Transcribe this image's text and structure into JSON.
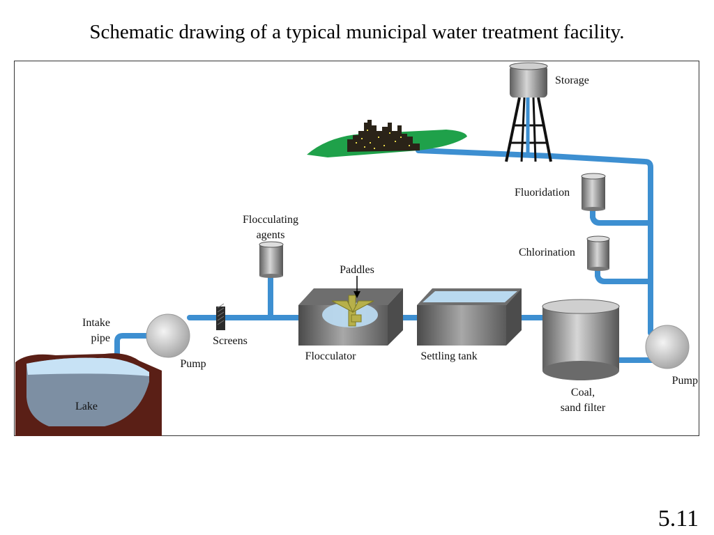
{
  "title": "Schematic drawing of a typical municipal water treatment facility.",
  "slide_number": "5.11",
  "labels": {
    "storage": "Storage",
    "fluoridation": "Fluoridation",
    "chlorination": "Chlorination",
    "flocculating_1": "Flocculating",
    "flocculating_2": "agents",
    "paddles": "Paddles",
    "intake_1": "Intake",
    "intake_2": "pipe",
    "screens": "Screens",
    "pump_left": "Pump",
    "flocculator": "Flocculator",
    "settling_tank": "Settling tank",
    "coal_1": "Coal,",
    "coal_2": "sand filter",
    "pump_right": "Pump",
    "lake": "Lake"
  },
  "colors": {
    "pipe": "#3d8fd1",
    "water": "#b9d9ef",
    "lake_earth": "#5a1f16",
    "grass": "#1fa14a",
    "metal": "#8c8c8c"
  }
}
